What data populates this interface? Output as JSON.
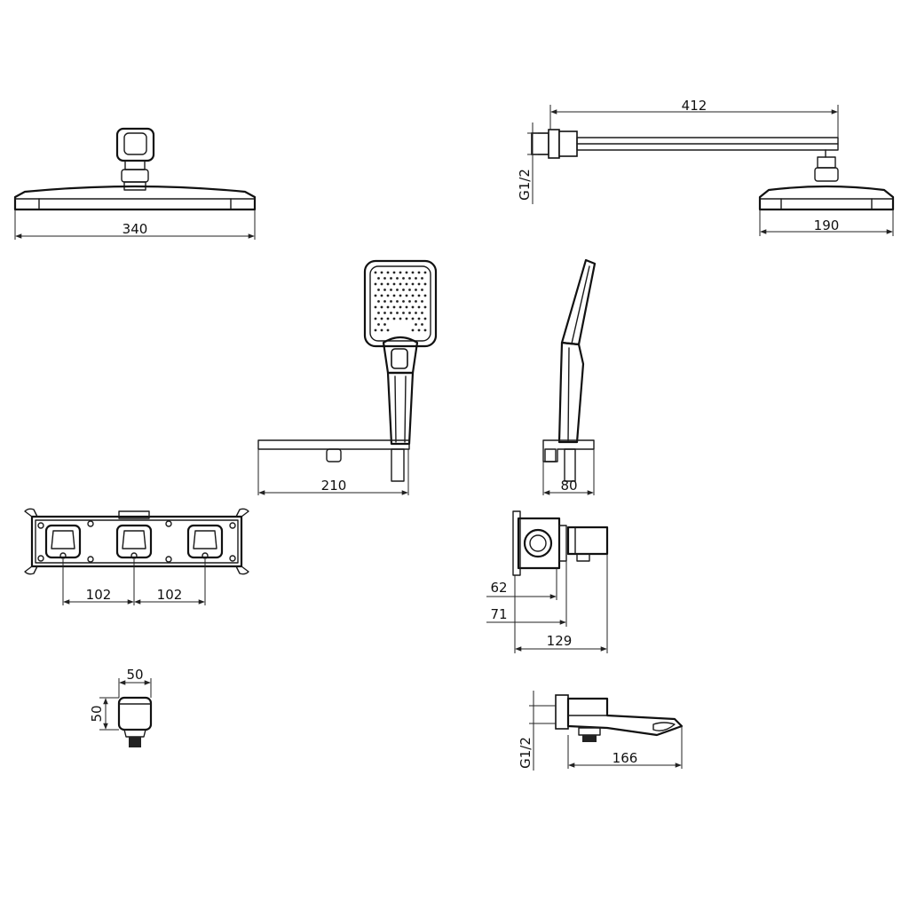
{
  "dimensions": {
    "head_width": "340",
    "arm_length": "412",
    "thread_arm": "G1/2",
    "small_head": "190",
    "holder_width": "210",
    "holder_depth": "80",
    "valve_spacing_1": "102",
    "valve_spacing_2": "102",
    "valve_depth_a": "62",
    "valve_depth_b": "71",
    "valve_depth_c": "129",
    "outlet_width": "50",
    "outlet_height": "50",
    "thread_spout": "G1/2",
    "spout_length": "166"
  },
  "colors": {
    "line": "#1a1a1a",
    "background": "#ffffff"
  }
}
